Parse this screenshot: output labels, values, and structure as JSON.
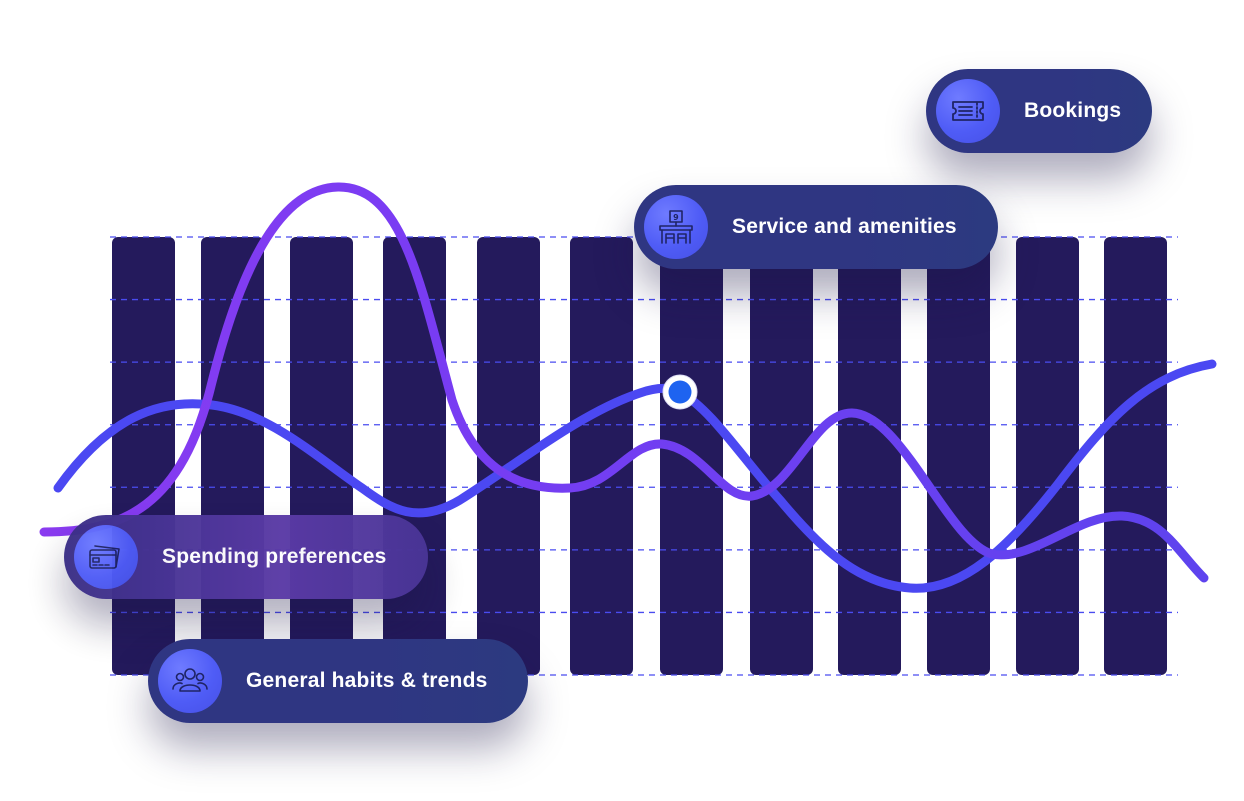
{
  "colors": {
    "bar": "#241a5c",
    "grid": "#4a4cf0",
    "line_blue": "#4b48f2",
    "line_violet": "#7a3cf0",
    "marker": "#1e63f0",
    "pill": "#2f3682",
    "badge": "#5563f7"
  },
  "bars": {
    "count": 12
  },
  "grid": {
    "count": 8
  },
  "labels": [
    {
      "id": "bookings",
      "text": "Bookings",
      "icon": "ticket-icon"
    },
    {
      "id": "service",
      "text": "Service and amenities",
      "icon": "hotel-room-icon"
    },
    {
      "id": "spending",
      "text": "Spending preferences",
      "icon": "credit-cards-icon"
    },
    {
      "id": "habits",
      "text": "General habits & trends",
      "icon": "people-group-icon"
    }
  ],
  "hotel_icon_number": "9"
}
